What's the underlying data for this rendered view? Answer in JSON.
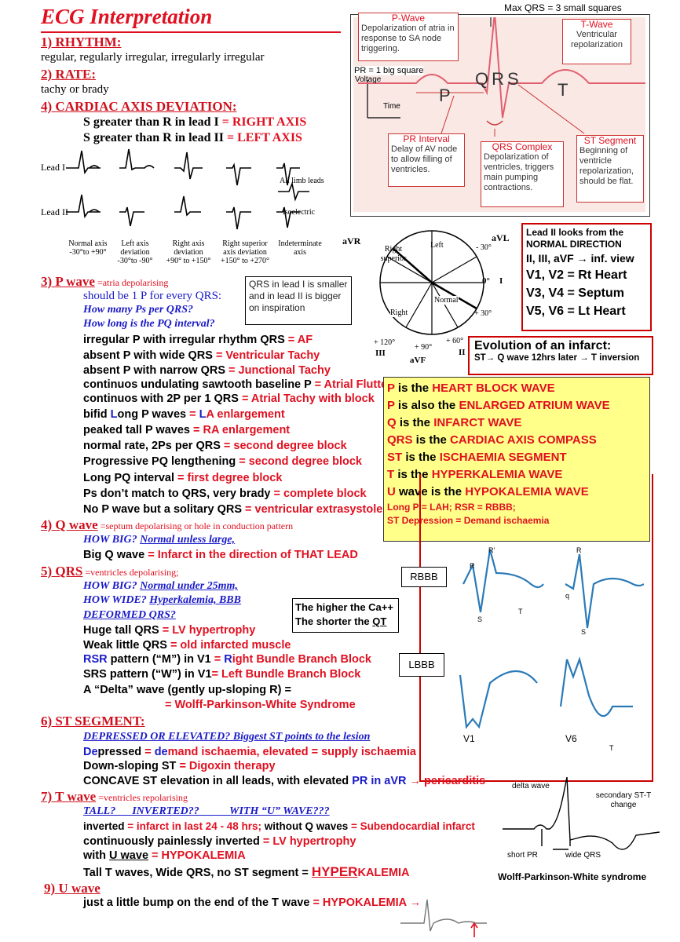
{
  "title": "ECG Interpretation",
  "rhythm": {
    "heading": "1) RHYTHM:",
    "text": "regular, regularly irregular, irregularly irregular"
  },
  "rate": {
    "heading": "2) RATE:",
    "text": "tachy or brady"
  },
  "axis": {
    "heading": "4) CARDIAC AXIS DEVIATION:",
    "line1_a": "S greater than R in lead I ",
    "line1_b": "= RIGHT AXIS",
    "line2_a": "S greater than R in lead II ",
    "line2_b": " = LEFT AXIS",
    "lead1": "Lead I",
    "lead2": "Lead II",
    "all_limb": "All limb leads",
    "isoelectric": "isoelectric",
    "labels": [
      {
        "name": "Normal axis",
        "range": "-30°to +90°"
      },
      {
        "name": "Left axis deviation",
        "range": "-30°to -90°"
      },
      {
        "name": "Right axis deviation",
        "range": "+90° to +150°"
      },
      {
        "name": "Right superior axis deviation",
        "range": "+150° to +270°"
      },
      {
        "name": "Indeterminate axis",
        "range": ""
      }
    ]
  },
  "wheel": {
    "avr": "aVR",
    "avl": "aVL",
    "right_superior": "Right superior",
    "left": "Left",
    "normal": "Normal",
    "right": "Right",
    "m30": "- 30°",
    "zero": "0°",
    "I": "I",
    "p30": "+ 30°",
    "p120": "+ 120°",
    "III": "III",
    "p90": "+ 90°",
    "avf": "aVF",
    "p60": "+ 60°",
    "II": "II"
  },
  "waves_diagram": {
    "max_qrs": "Max QRS = 3 small  squares",
    "pwave_title": "P-Wave",
    "pwave_text": "Depolarization of atria in response to SA node triggering.",
    "twave_title": "T-Wave",
    "twave_text": "Ventricular repolarization",
    "pr_note": "PR = 1 big square",
    "voltage": "Voltage",
    "time": "Time",
    "p": "P",
    "qrs": "QRS",
    "t": "T",
    "pr_title": "PR Interval",
    "pr_text": "Delay of AV node to allow filling of ventricles.",
    "qrs_title": "QRS Complex",
    "qrs_text": "Depolarization of ventricles, triggers main pumping contractions.",
    "st_title": "ST Segment",
    "st_text": "Beginning of ventricle repolarization, should be flat."
  },
  "lead2_box": {
    "l1": "Lead II looks from the",
    "l2": "NORMAL DIRECTION",
    "l3": "II, III, aVF → inf. view",
    "l4": "V1, V2 = Rt Heart",
    "l5": "V3, V4 = Septum",
    "l6": "V5, V6 = Lt Heart"
  },
  "qrs_note": "QRS in lead I is smaller and in lead  II is bigger on inspiration",
  "infarct_box": {
    "title": "Evolution of an infarct:",
    "text": "ST→ Q wave 12hrs later → T inversion"
  },
  "pwave": {
    "heading": "3) P wave",
    "sub": " =atria depolarising",
    "q1": "should be 1 P for every QRS:",
    "q2": "How many Ps per QRS?",
    "q3": "How long is the PQ interval?",
    "items": [
      {
        "a": "irregular P with irregular rhythm QRS ",
        "b": "= AF"
      },
      {
        "a": "absent P with wide QRS ",
        "b": "= Ventricular Tachy"
      },
      {
        "a": "absent P with narrow QRS ",
        "b": "= Junctional Tachy"
      },
      {
        "a": "continuos undulating sawtooth  baseline P ",
        "b": "= Atrial Flutter"
      },
      {
        "a": "continuos with 2P per 1 QRS ",
        "b": "= Atrial Tachy with block"
      },
      {
        "a": "bifid Long P waves ",
        "b": "= LA enlargement"
      },
      {
        "a": "peaked tall P waves ",
        "b": "= RA enlargement"
      },
      {
        "a": "normal rate, 2Ps per QRS ",
        "b": "= second degree block"
      },
      {
        "a": "Progressive PQ lengthening ",
        "b": "= second degree block"
      },
      {
        "a": "Long PQ interval ",
        "b": "= first degree block"
      },
      {
        "a": "Ps don’t match to QRS, very brady ",
        "b": "= complete block"
      },
      {
        "a": "No P wave but a solitary QRS ",
        "b": "= ventricular extrasystole"
      }
    ]
  },
  "yellow_box": {
    "rows": [
      {
        "a": "P",
        "b": " is the ",
        "c": "HEART BLOCK  WAVE"
      },
      {
        "a": "P",
        "b": " is also the ",
        "c": "ENLARGED ATRIUM WAVE"
      },
      {
        "a": "Q",
        "b": " is the ",
        "c": "INFARCT WAVE"
      },
      {
        "a": "QRS",
        "b": " is the ",
        "c": "CARDIAC AXIS COMPASS"
      },
      {
        "a": "ST",
        "b": " is the ",
        "c": "ISCHAEMIA SEGMENT"
      },
      {
        "a": "T",
        "b": " is the ",
        "c": "HYPERKALEMIA WAVE"
      },
      {
        "a": "U",
        "b": " wave is the ",
        "c": "HYPOKALEMIA WAVE"
      }
    ],
    "foot1": "Long P = LAH;  RSR = RBBB;",
    "foot2": "ST Depression = Demand ischaemia"
  },
  "qwave": {
    "heading": "4) Q wave",
    "sub": " =septum depolarising or hole in conduction pattern",
    "q1a": "HOW BIG?  ",
    "q1b": "Normal unless large,",
    "item_a": "Big Q wave ",
    "item_b": "= Infarct in the direction of THAT LEAD"
  },
  "qrs": {
    "heading": "5) QRS",
    "sub": " =ventricles depolarising;",
    "q1a": "HOW BIG?  ",
    "q1b": "Normal  under 25mm,",
    "q2a": "HOW WIDE?  ",
    "q2b": "Hyperkalemia, BBB",
    "q3": "DEFORMED QRS?",
    "items": [
      {
        "a": "Huge tall QRS ",
        "b": " = LV hypertrophy"
      },
      {
        "a": "Weak little QRS ",
        "b": " = old infarcted muscle"
      },
      {
        "a": "pattern (“M”) in V1 ",
        "b": " = Right Bundle Branch Block"
      },
      {
        "a": "pattern (“W”) in V1",
        "b": "= Left Bundle Branch Block"
      }
    ],
    "delta1": "A “Delta” wave (gently up-sloping R) =",
    "delta2": "= Wolff-Parkinson-White Syndrome"
  },
  "ca_note": {
    "l1": "The higher the Ca++",
    "l2a": "The shorter the ",
    "l2b": "QT"
  },
  "bbb": {
    "rbbb": "RBBB",
    "lbbb": "LBBB",
    "v1": "V1",
    "v6": "V6",
    "R": "R",
    "Rp": "R’",
    "S": "S",
    "q": "q",
    "T": "T"
  },
  "st": {
    "heading": "6) ST SEGMENT:",
    "q1": "DEPRESSED OR ELEVATED? Biggest ST points to the lesion",
    "i1a": "Depressed ",
    "i1b": "= demand ischaemia, elevated ",
    "i1c": "= supply ischaemia",
    "i2a": "Down-sloping ST ",
    "i2b": "= Digoxin therapy",
    "i3a": "CONCAVE ST elevation in all leads, with elevated ",
    "i3b": "PR in aVR",
    "i3c": " → pericarditis"
  },
  "twave": {
    "heading": "7) T wave",
    "sub": " =ventricles repolarising",
    "q1": "TALL?      INVERTED??           WITH “U” WAVE???",
    "i1a": "inverted ",
    "i1b": "= infarct in last 24 - 48 hrs; ",
    "i1c": "without Q waves ",
    "i1d": "=  Subendocardial infarct",
    "i2a": "continuously painlessly inverted ",
    "i2b": "= LV hypertrophy",
    "i3a": "with ",
    "i3b": "U wave",
    "i3c": " = HYPOKALEMIA",
    "i4a": "Tall T waves, Wide QRS, no ST segment = ",
    "i4b": "HYPER",
    "i4c": "KALEMIA"
  },
  "uwave": {
    "heading": "9) U wave",
    "a": "just a little bump on the end of the T wave ",
    "b": "= HYPOKALEMIA →"
  },
  "wpw": {
    "delta": "delta wave",
    "secondary": "secondary ST-T change",
    "short_pr": "short PR",
    "wide_qrs": "wide QRS",
    "caption": "Wolff-Parkinson-White syndrome"
  }
}
